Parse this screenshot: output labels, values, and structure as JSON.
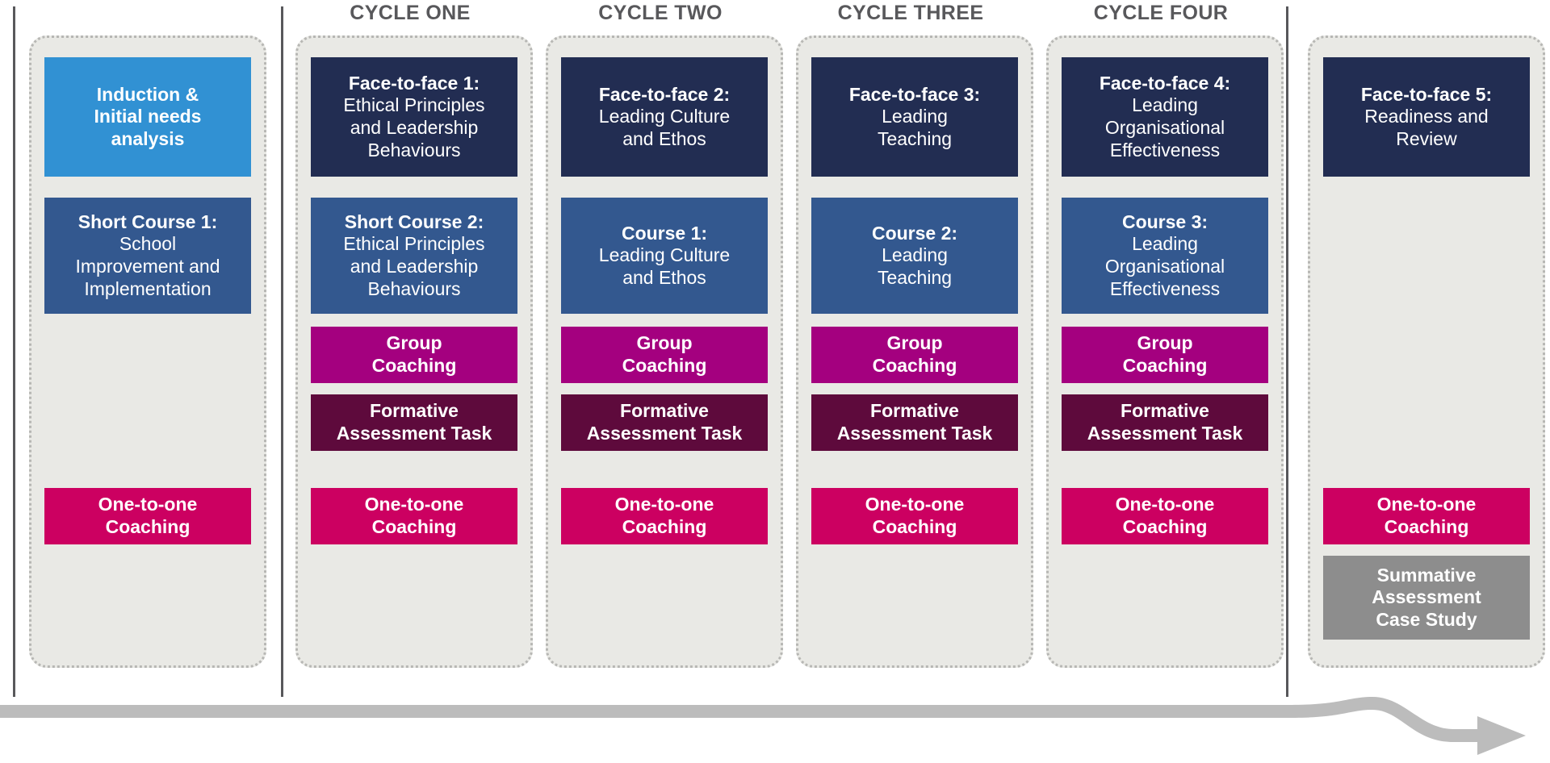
{
  "diagram": {
    "title": "Programme structure timeline",
    "colors": {
      "panel_background": "#e9e9e5",
      "panel_border": "#b7b7b4",
      "rule": "#58585b",
      "light_blue": "#3191d3",
      "navy": "#222d52",
      "blue": "#33588f",
      "magenta": "#a4007f",
      "maroon": "#5e0a3c",
      "pink": "#cc0061",
      "grey": "#8d8d8d",
      "arrow": "#bcbcbc"
    }
  },
  "cycle_labels": [
    {
      "id": "cycle-one",
      "text": "CYCLE ONE"
    },
    {
      "id": "cycle-two",
      "text": "CYCLE TWO"
    },
    {
      "id": "cycle-three",
      "text": "CYCLE THREE"
    },
    {
      "id": "cycle-four",
      "text": "CYCLE FOUR"
    }
  ],
  "columns": [
    {
      "id": "column-induction",
      "blocks": [
        {
          "id": "induction",
          "color": "light_blue",
          "bold_line": "Induction &",
          "lines": [
            "Initial needs",
            "analysis"
          ],
          "all_bold": true
        },
        {
          "id": "short-course-1",
          "color": "blue",
          "bold_line": "Short Course 1:",
          "lines": [
            "School",
            "Improvement and",
            "Implementation"
          ],
          "all_bold": false
        },
        {
          "id": "one-to-one-1",
          "color": "pink",
          "bold_line": "One-to-one",
          "lines": [
            "Coaching"
          ],
          "all_bold": true
        }
      ]
    },
    {
      "id": "column-cycle-one",
      "blocks": [
        {
          "id": "face-to-face-1",
          "color": "navy",
          "bold_line": "Face-to-face 1:",
          "lines": [
            "Ethical Principles",
            "and Leadership",
            "Behaviours"
          ],
          "all_bold": false
        },
        {
          "id": "short-course-2",
          "color": "blue",
          "bold_line": "Short Course 2:",
          "lines": [
            "Ethical Principles",
            "and Leadership",
            "Behaviours"
          ],
          "all_bold": false
        },
        {
          "id": "group-coaching-1",
          "color": "magenta",
          "bold_line": "Group",
          "lines": [
            "Coaching"
          ],
          "all_bold": true
        },
        {
          "id": "formative-1",
          "color": "maroon",
          "bold_line": "Formative",
          "lines": [
            "Assessment Task"
          ],
          "all_bold": true
        },
        {
          "id": "one-to-one-2",
          "color": "pink",
          "bold_line": "One-to-one",
          "lines": [
            "Coaching"
          ],
          "all_bold": true
        }
      ]
    },
    {
      "id": "column-cycle-two",
      "blocks": [
        {
          "id": "face-to-face-2",
          "color": "navy",
          "bold_line": "Face-to-face 2:",
          "lines": [
            "Leading Culture",
            "and Ethos"
          ],
          "all_bold": false
        },
        {
          "id": "course-1",
          "color": "blue",
          "bold_line": "Course 1:",
          "lines": [
            "Leading Culture",
            "and Ethos"
          ],
          "all_bold": false
        },
        {
          "id": "group-coaching-2",
          "color": "magenta",
          "bold_line": "Group",
          "lines": [
            "Coaching"
          ],
          "all_bold": true
        },
        {
          "id": "formative-2",
          "color": "maroon",
          "bold_line": "Formative",
          "lines": [
            "Assessment Task"
          ],
          "all_bold": true
        },
        {
          "id": "one-to-one-3",
          "color": "pink",
          "bold_line": "One-to-one",
          "lines": [
            "Coaching"
          ],
          "all_bold": true
        }
      ]
    },
    {
      "id": "column-cycle-three",
      "blocks": [
        {
          "id": "face-to-face-3",
          "color": "navy",
          "bold_line": "Face-to-face 3:",
          "lines": [
            "Leading",
            "Teaching"
          ],
          "all_bold": false
        },
        {
          "id": "course-2",
          "color": "blue",
          "bold_line": "Course 2:",
          "lines": [
            "Leading",
            "Teaching"
          ],
          "all_bold": false
        },
        {
          "id": "group-coaching-3",
          "color": "magenta",
          "bold_line": "Group",
          "lines": [
            "Coaching"
          ],
          "all_bold": true
        },
        {
          "id": "formative-3",
          "color": "maroon",
          "bold_line": "Formative",
          "lines": [
            "Assessment Task"
          ],
          "all_bold": true
        },
        {
          "id": "one-to-one-4",
          "color": "pink",
          "bold_line": "One-to-one",
          "lines": [
            "Coaching"
          ],
          "all_bold": true
        }
      ]
    },
    {
      "id": "column-cycle-four",
      "blocks": [
        {
          "id": "face-to-face-4",
          "color": "navy",
          "bold_line": "Face-to-face 4:",
          "lines": [
            "Leading",
            "Organisational",
            "Effectiveness"
          ],
          "all_bold": false
        },
        {
          "id": "course-3",
          "color": "blue",
          "bold_line": "Course 3:",
          "lines": [
            "Leading",
            "Organisational",
            "Effectiveness"
          ],
          "all_bold": false
        },
        {
          "id": "group-coaching-4",
          "color": "magenta",
          "bold_line": "Group",
          "lines": [
            "Coaching"
          ],
          "all_bold": true
        },
        {
          "id": "formative-4",
          "color": "maroon",
          "bold_line": "Formative",
          "lines": [
            "Assessment Task"
          ],
          "all_bold": true
        },
        {
          "id": "one-to-one-5",
          "color": "pink",
          "bold_line": "One-to-one",
          "lines": [
            "Coaching"
          ],
          "all_bold": true
        }
      ]
    },
    {
      "id": "column-readiness",
      "blocks": [
        {
          "id": "face-to-face-5",
          "color": "navy",
          "bold_line": "Face-to-face 5:",
          "lines": [
            "Readiness and",
            "Review"
          ],
          "all_bold": false
        },
        {
          "id": "one-to-one-6",
          "color": "pink",
          "bold_line": "One-to-one",
          "lines": [
            "Coaching"
          ],
          "all_bold": true
        },
        {
          "id": "summative",
          "color": "grey",
          "bold_line": "Summative",
          "lines": [
            "Assessment",
            "Case Study"
          ],
          "all_bold": true
        }
      ]
    }
  ]
}
